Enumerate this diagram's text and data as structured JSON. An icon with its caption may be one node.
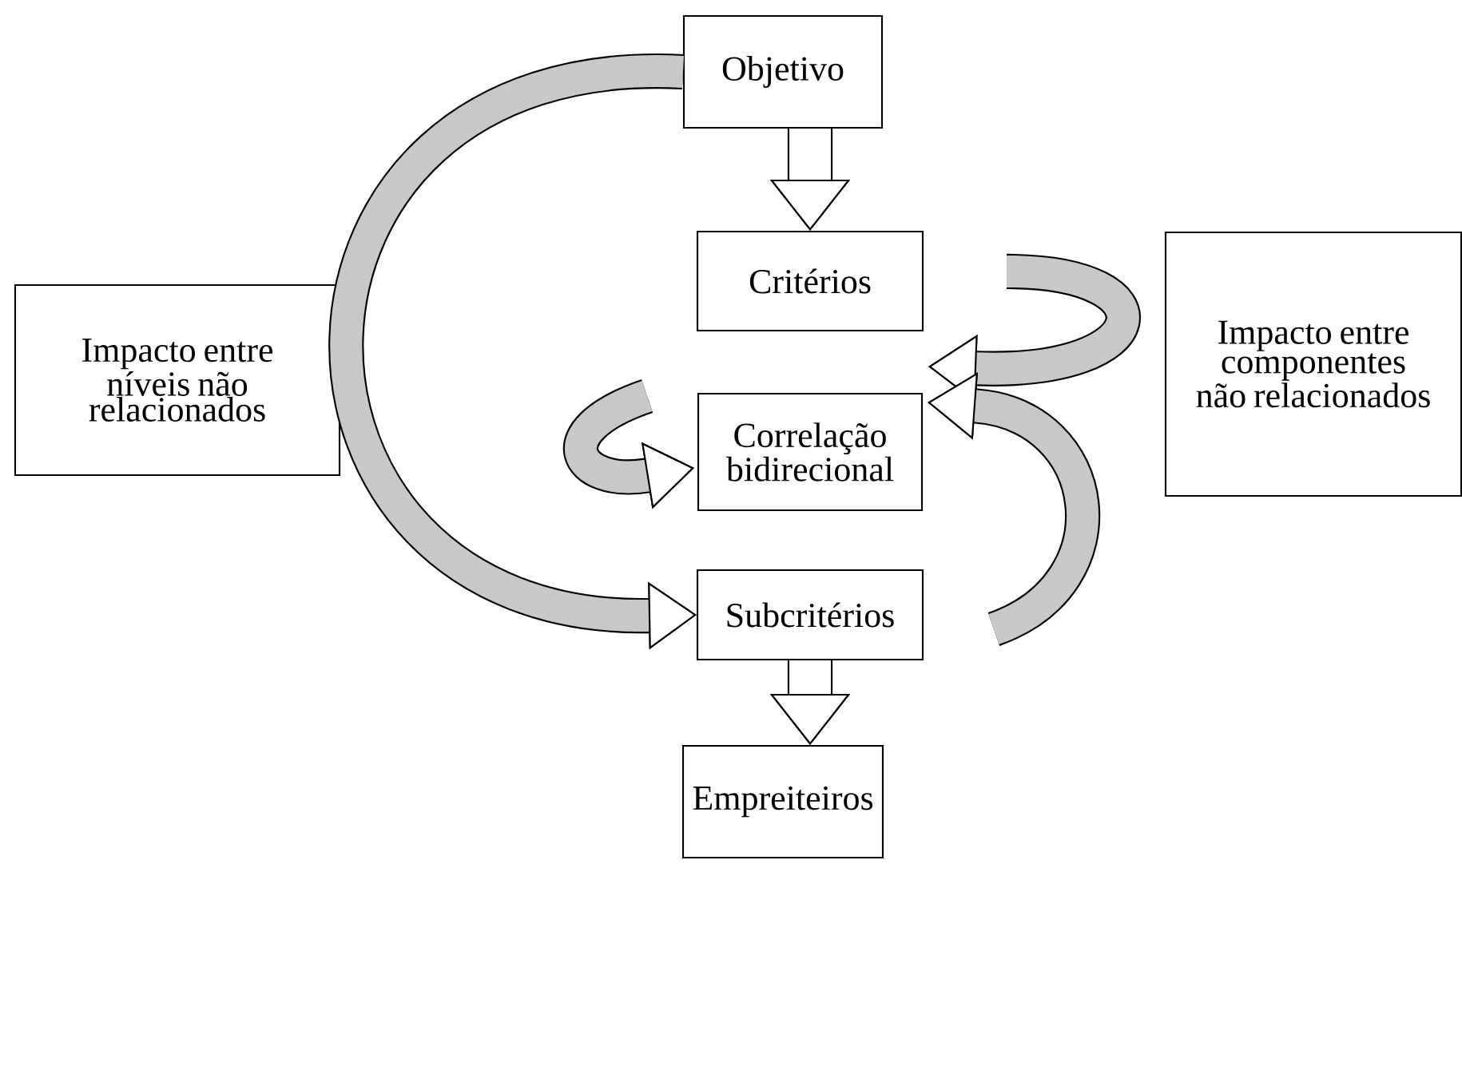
{
  "diagram": {
    "nodes": [
      {
        "text": [
          "Objetivo"
        ]
      },
      {
        "text": [
          "Critérios"
        ]
      },
      {
        "text": [
          "Correlação bidirecional"
        ]
      },
      {
        "text": [
          "Subcritérios"
        ]
      },
      {
        "text": [
          "Empreiteiros"
        ]
      },
      {
        "text": [
          "Impacto entre níveis não relacionados"
        ]
      },
      {
        "text": [
          "Impacto entre componentes não relacionados"
        ]
      }
    ],
    "edges": [
      {
        "from": 0,
        "to": 1,
        "arrow": "to"
      },
      {
        "from": 0,
        "to": 3,
        "arrow": "to"
      },
      {
        "from": null,
        "to": 1,
        "arrow": "to"
      },
      {
        "from": null,
        "to": 2,
        "arrow": "to"
      },
      {
        "from": null,
        "to": 2,
        "arrow": "to"
      },
      {
        "from": 3,
        "to": 4,
        "arrow": "to"
      }
    ]
  }
}
